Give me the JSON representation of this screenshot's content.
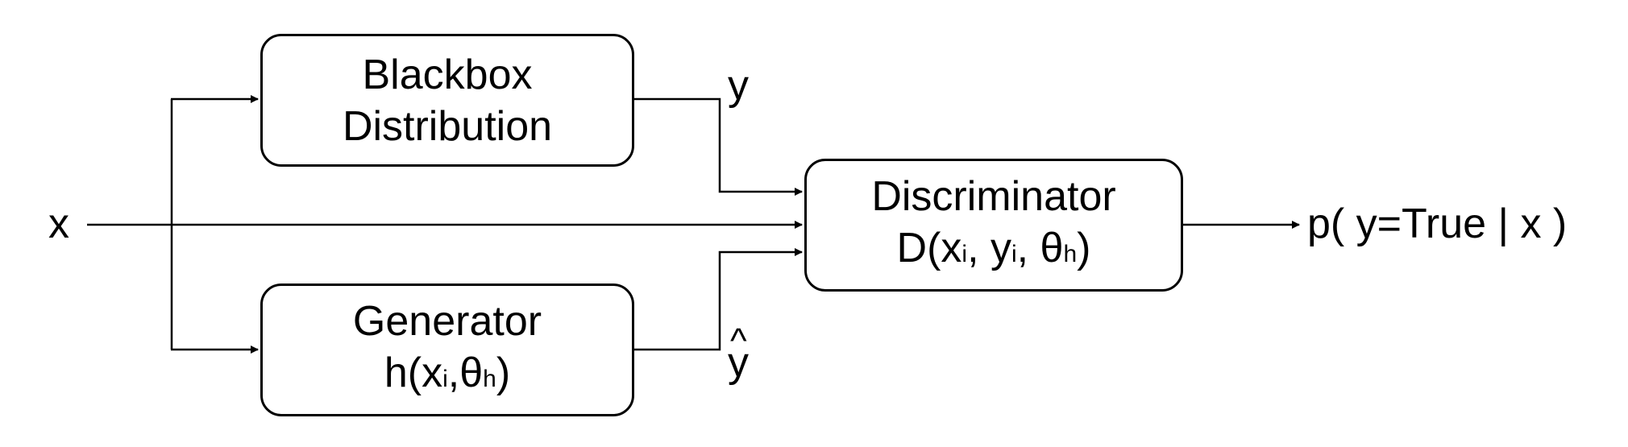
{
  "diagram": {
    "input_label": "x",
    "blackbox": {
      "line1": "Blackbox",
      "line2": "Distribution"
    },
    "generator": {
      "line1": "Generator",
      "line2": {
        "pre": "h(x",
        "sub1": "i",
        "mid": ",θ",
        "sub2": "h",
        "post": ")"
      }
    },
    "discriminator": {
      "line1": "Discriminator",
      "line2": {
        "a": "D(x",
        "s1": "i",
        "b": ", y",
        "s2": "i",
        "c": ", θ",
        "s3": "h",
        "d": ")"
      }
    },
    "y_label": "y",
    "yhat_label": "y",
    "yhat_accent": "^",
    "output_label": "p( y=True | x )"
  }
}
